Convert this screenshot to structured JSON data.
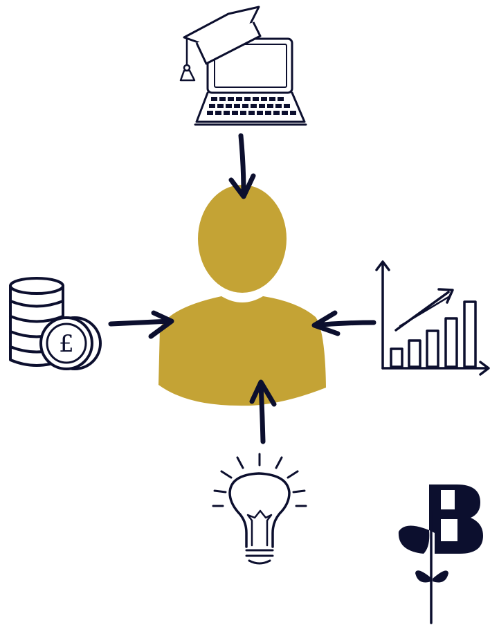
{
  "diagram": {
    "center": {
      "icon": "person-icon"
    },
    "sources": [
      {
        "position": "top",
        "icon": "graduation-laptop-icon"
      },
      {
        "position": "left",
        "icon": "pound-coins-icon",
        "currency_symbol": "£"
      },
      {
        "position": "right",
        "icon": "growth-chart-icon"
      },
      {
        "position": "bottom",
        "icon": "lightbulb-icon"
      }
    ]
  },
  "logo": {
    "icon": "sprout-b-logo-icon"
  },
  "colors": {
    "ink": "#0c0f2e",
    "person": "#c4a335",
    "background": "#ffffff"
  }
}
